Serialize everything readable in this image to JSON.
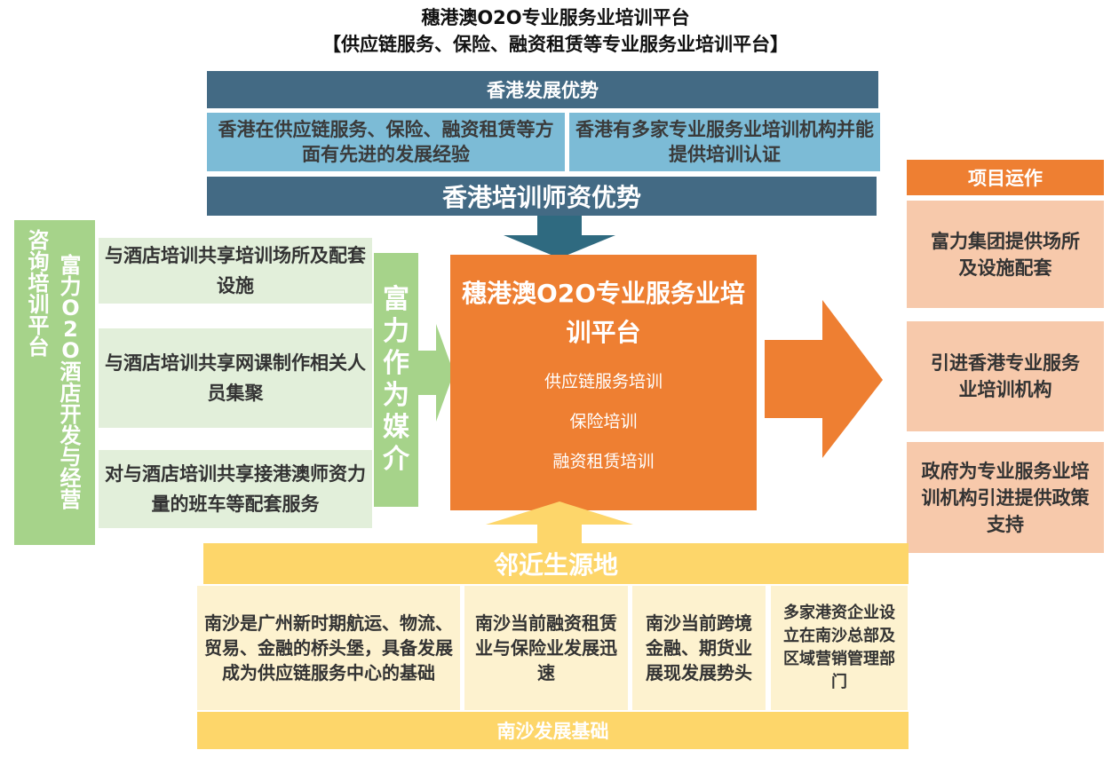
{
  "title": {
    "line1": "穗港澳O2O专业服务业培训平台",
    "line2": "【供应链服务、保险、融资租赁等专业服务业培训平台】"
  },
  "hk": {
    "header": "香港发展优势",
    "box1": "香港在供应链服务、保险、融资租赁等方面有先进的发展经验",
    "box2": "香港有多家专业服务业培训机构并能提供培训认证",
    "teacher": "香港培训师资优势"
  },
  "left": {
    "vertical_col1": "富力O2O酒店开发与经营",
    "vertical_col2": "咨询培训平台",
    "items": [
      "与酒店培训共享培训场所及配套设施",
      "与酒店培训共享网课制作相关人员集聚",
      "对与酒店培训共享接港澳师资力量的班车等配套服务"
    ],
    "mediator": "富力作为媒介"
  },
  "center": {
    "title": "穗港澳O2O专业服务业培训平台",
    "subs": [
      "供应链服务培训",
      "保险培训",
      "融资租赁培训"
    ]
  },
  "right": {
    "header": "项目运作",
    "items": [
      "富力集团提供场所及设施配套",
      "引进香港专业服务业培训机构",
      "政府为专业服务业培训机构引进提供政策支持"
    ]
  },
  "bottom": {
    "source": "邻近生源地",
    "items": [
      "南沙是广州新时期航运、物流、贸易、金融的桥头堡，具备发展成为供应链服务中心的基础",
      "南沙当前融资租赁业与保险业发展迅速",
      "南沙当前跨境金融、期货业展现发展势头",
      "多家港资企业设立在南沙总部及区域营销管理部门"
    ],
    "base": "南沙发展基础"
  },
  "colors": {
    "hk_dark": "#436a84",
    "hk_light": "#7cbbd6",
    "green": "#a6d38a",
    "green_light": "#e2efda",
    "orange": "#ee7f32",
    "orange_light": "#f7c9ab",
    "yellow": "#fdd66a",
    "yellow_light": "#fdf2cf"
  }
}
